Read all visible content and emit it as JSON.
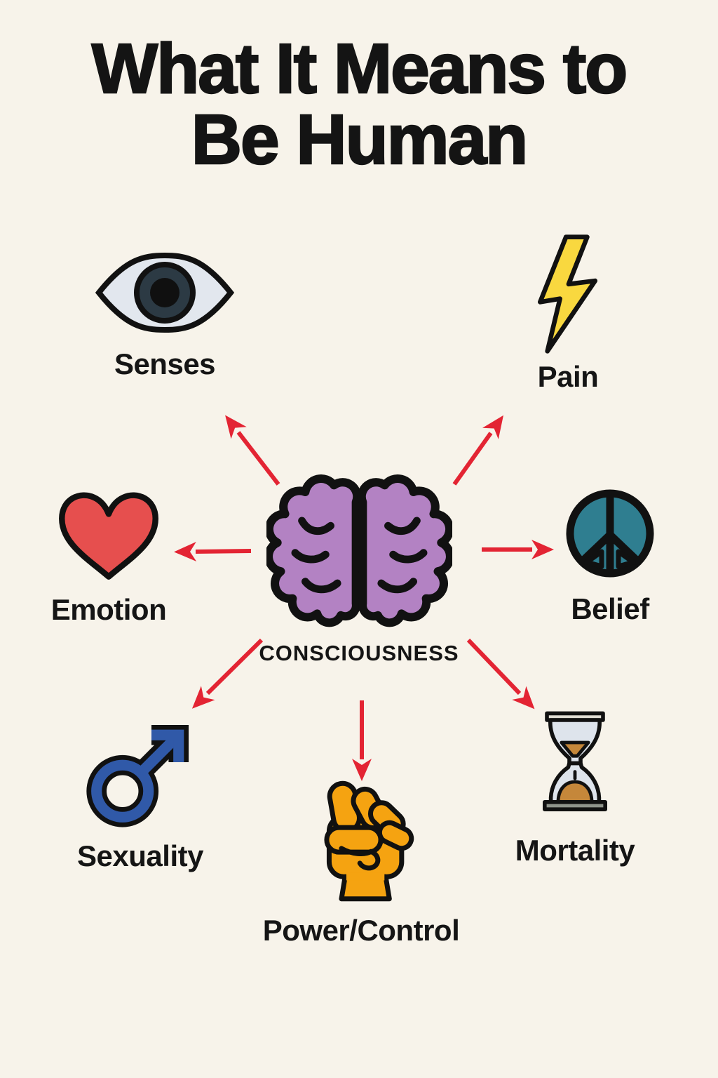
{
  "title": {
    "line1": "What It Means to",
    "line2": "Be Human"
  },
  "center": {
    "label": "CONSCIOUSNESS",
    "icon": "brain-icon"
  },
  "nodes": [
    {
      "id": "senses",
      "label": "Senses",
      "icon": "eye-icon"
    },
    {
      "id": "pain",
      "label": "Pain",
      "icon": "lightning-icon"
    },
    {
      "id": "emotion",
      "label": "Emotion",
      "icon": "heart-icon"
    },
    {
      "id": "belief",
      "label": "Belief",
      "icon": "peace-icon"
    },
    {
      "id": "sexuality",
      "label": "Sexuality",
      "icon": "male-symbol-icon"
    },
    {
      "id": "power",
      "label": "Power/Control",
      "icon": "fist-icon"
    },
    {
      "id": "mortality",
      "label": "Mortality",
      "icon": "hourglass-icon"
    }
  ],
  "colors": {
    "background": "#f7f3ea",
    "text": "#161616",
    "arrow_red": "#e32433",
    "brain_purple": "#b382c3",
    "eye_fill": "#e2e7ee",
    "eye_iris": "#2c3a44",
    "pupil_black": "#101010",
    "bolt_yellow": "#f9d83f",
    "heart_red": "#e64f4e",
    "peace_teal": "#2f7e90",
    "male_blue": "#3059a8",
    "fist_orange": "#f5a311",
    "hourglass_glass": "#dee4ec",
    "hourglass_sand": "#c5873a",
    "hourglass_base": "#8f948b",
    "hourglass_rim": "#dfdcd2",
    "outline_black": "#111111"
  }
}
